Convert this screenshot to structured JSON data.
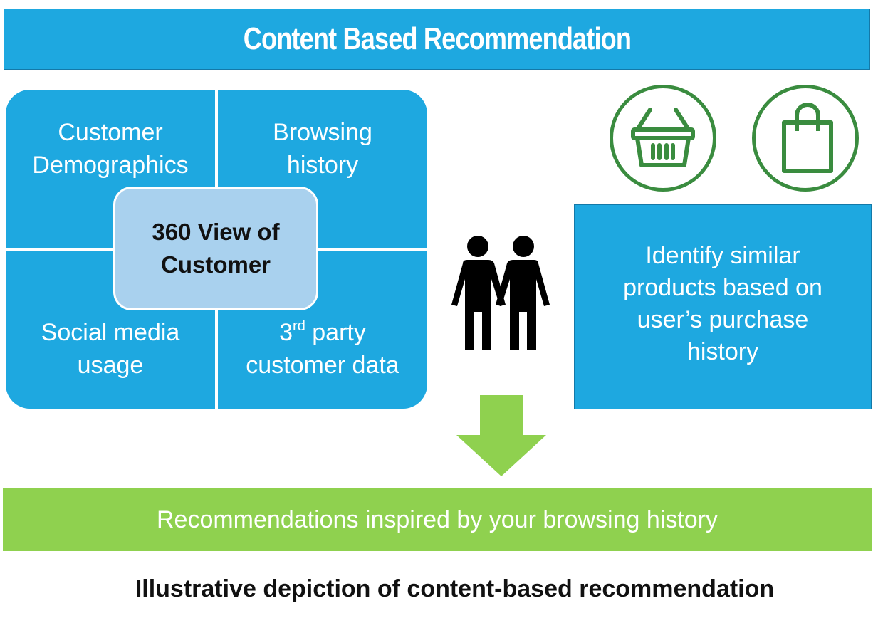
{
  "title": "Content Based Recommendation",
  "quadrants": {
    "top_left": [
      "Customer",
      "Demographics"
    ],
    "top_right": [
      "Browsing",
      "history"
    ],
    "bottom_left": [
      "Social media",
      "usage"
    ],
    "bottom_right": {
      "ordinal": "3",
      "superscript": "rd",
      "rest": " party",
      "line2": "customer data"
    }
  },
  "center": [
    "360 View of",
    "Customer"
  ],
  "icons": [
    "shopping-basket-icon",
    "shopping-bag-icon",
    "two-people-icon",
    "down-arrow-icon"
  ],
  "side_box": [
    "Identify similar",
    "products based on",
    "user’s purchase",
    "history"
  ],
  "result": "Recommendations inspired by your browsing history",
  "caption": "Illustrative depiction of content-based recommendation",
  "colors": {
    "blue": "#1ea8e0",
    "light_blue": "#a9d1ee",
    "green": "#8fd14f",
    "icon_green": "#3a8c3f"
  }
}
